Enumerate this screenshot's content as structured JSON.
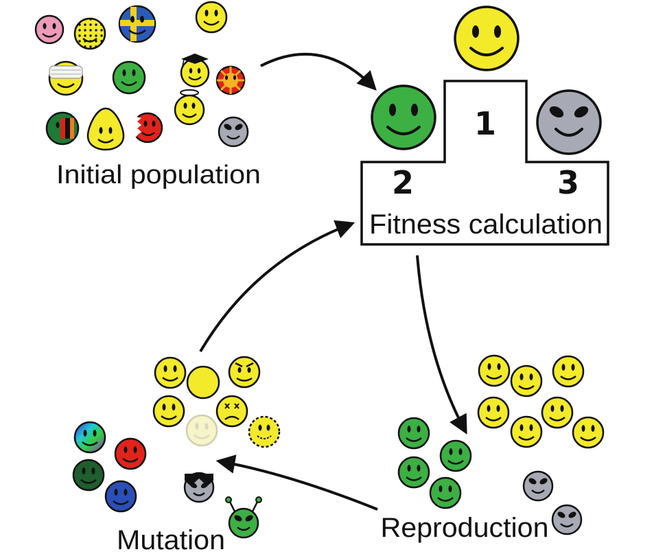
{
  "labels": {
    "initial_population": "Initial population",
    "fitness_calculation": "Fitness calculation",
    "reproduction": "Reproduction",
    "mutation": "Mutation"
  },
  "podium": {
    "rank_1": "1",
    "rank_2": "2",
    "rank_3": "3"
  },
  "colors": {
    "yellow": "#f3ea2a",
    "green": "#3cb043",
    "grey": "#a7a9b4",
    "red": "#e2231a",
    "blue": "#2b4fb8",
    "dark_green": "#1f5e2e",
    "pink": "#ef9ab9",
    "orange": "#f07a21",
    "outline": "#111111"
  },
  "icons": [
    "smiley-face-icon",
    "alien-face-icon",
    "arrow-icon"
  ]
}
